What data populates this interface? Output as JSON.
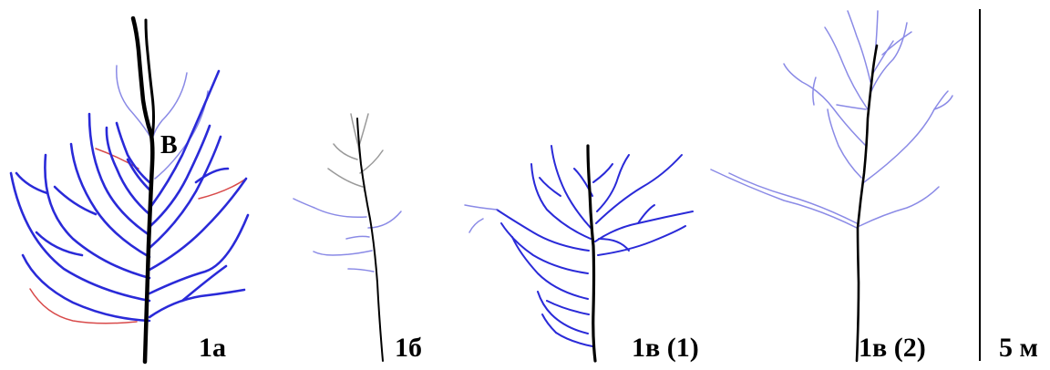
{
  "colors": {
    "stem": "#000000",
    "branch_order1": "#2a2ad8",
    "branch_order2": "#8a8ae6",
    "branch_thin_gray": "#9a9a9a",
    "branch_dead": "#d84a4a",
    "scale_bar": "#000000"
  },
  "labels": {
    "tree_1a": "1а",
    "tree_1b": "1б",
    "tree_1v1": "1в (1)",
    "tree_1v2": "1в (2)",
    "point_B": "В",
    "scale": "5 м"
  }
}
